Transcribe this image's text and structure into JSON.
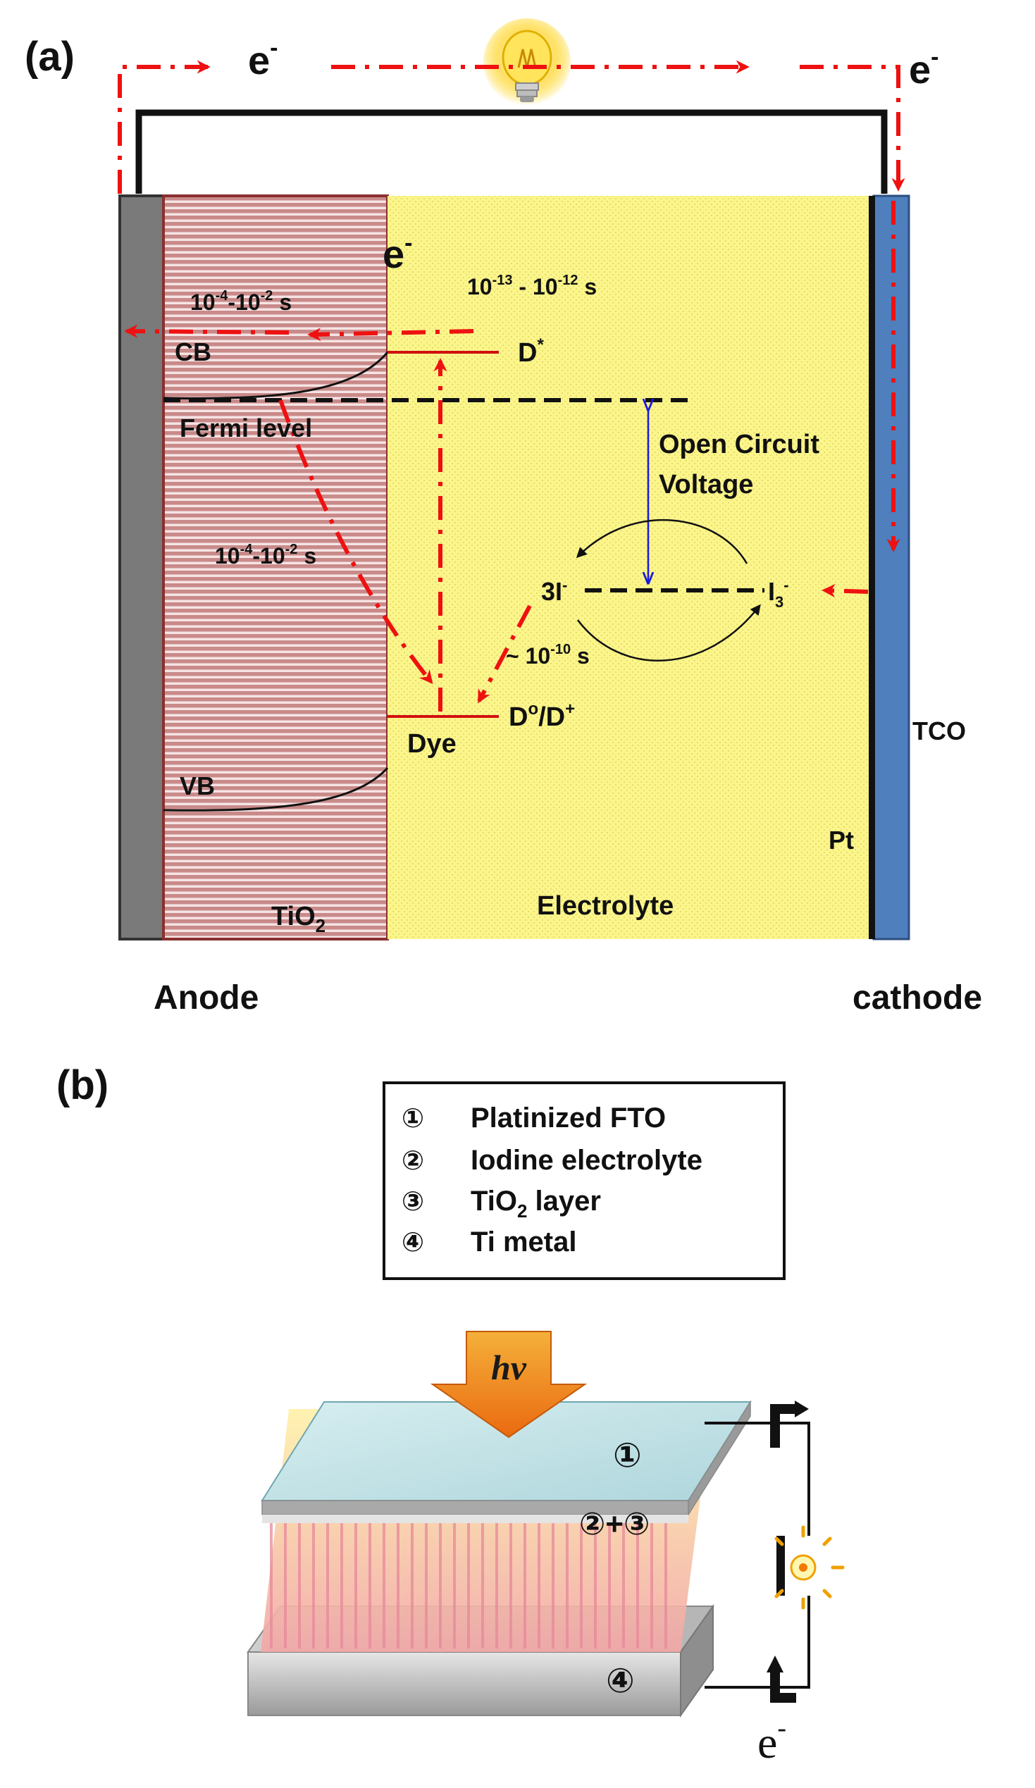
{
  "panel_a": {
    "label": "(a)",
    "electron_left": "e",
    "electron_right": "e",
    "electron_inner": "e",
    "electron_sup": "-",
    "cb": "CB",
    "vb": "VB",
    "fermi": "Fermi level",
    "tio2_base": "TiO",
    "tio2_sub": "2",
    "electrolyte": "Electrolyte",
    "tco": "TCO",
    "pt": "Pt",
    "anode": "Anode",
    "cathode": "cathode",
    "d_star_base": "D",
    "d_star_sup": "*",
    "d_ox_base": "D",
    "d_ox_sup1": "o",
    "d_ox_mid": "/D",
    "d_ox_sup2": "+",
    "dye": "Dye",
    "ocv_line1": "Open Circuit",
    "ocv_line2": "Voltage",
    "iodide_base": "3I",
    "iodide_sup": "-",
    "triiodide_base": "I",
    "triiodide_sub": "3",
    "triiodide_sup": "-",
    "time_inject": {
      "a": "10",
      "a_exp": "-13",
      "mid": " - 10",
      "b_exp": "-12",
      "unit": " s"
    },
    "time_transport": {
      "a": "10",
      "a_exp": "-4",
      "mid": "-10",
      "b_exp": "-2",
      "unit": " s"
    },
    "time_recomb": {
      "a": "10",
      "a_exp": "-4",
      "mid": "-10",
      "b_exp": "-2",
      "unit": " s"
    },
    "time_regen": {
      "pre": "~ 10",
      "exp": "-10",
      "unit": " s"
    }
  },
  "panel_b": {
    "label": "(b)",
    "legend": [
      {
        "num": "①",
        "text": "Platinized FTO"
      },
      {
        "num": "②",
        "text": "Iodine electrolyte"
      },
      {
        "num": "③",
        "text_base": "TiO",
        "text_sub": "2",
        "text_rest": " layer"
      },
      {
        "num": "④",
        "text": "Ti metal"
      }
    ],
    "hv": "hν",
    "marker_top": "①",
    "marker_mid": "②+③",
    "marker_bottom": "④",
    "electron": "e",
    "electron_sup": "-"
  },
  "colors": {
    "anode_gray": "#7a7a7a",
    "tio2_fill": "#c98a8a",
    "electrolyte_yellow": "#fbf58c",
    "cathode_blue": "#4f7fbd",
    "arrow_red": "#ee1111",
    "level_red": "#d01010",
    "ocv_blue": "#1a1adc",
    "hv_orange": "#f08a1a"
  }
}
